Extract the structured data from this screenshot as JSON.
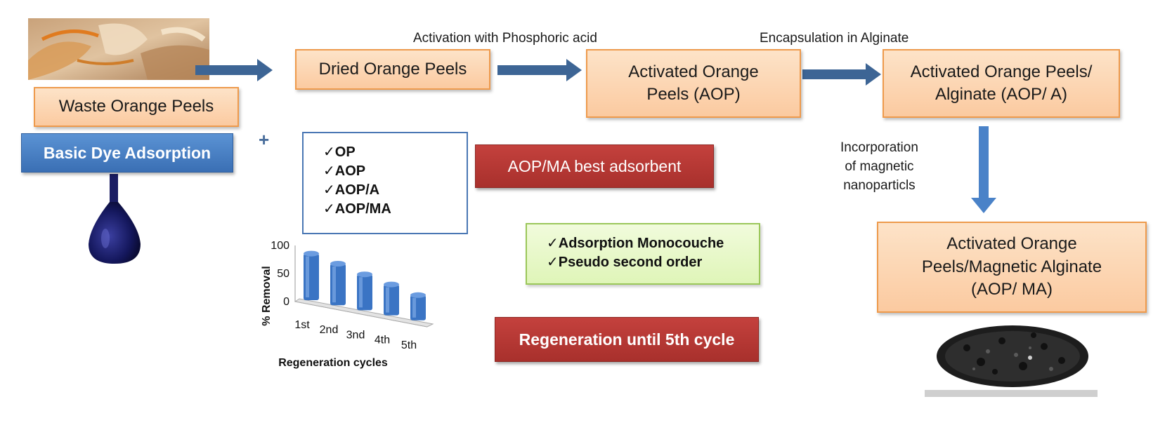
{
  "captions": {
    "activation": "Activation with Phosphoric acid",
    "encapsulation": "Encapsulation in Alginate",
    "incorporation": [
      "Incorporation",
      "of magnetic",
      "nanoparticls"
    ]
  },
  "boxes": {
    "waste": "Waste Orange Peels",
    "dried": "Dried Orange Peels",
    "aop": [
      "Activated Orange",
      "Peels (AOP)"
    ],
    "aop_a": [
      "Activated Orange Peels/",
      "Alginate (AOP/ A)"
    ],
    "aop_ma": [
      "Activated Orange",
      "Peels/Magnetic Alginate",
      "(AOP/ MA)"
    ],
    "basic_dye": "Basic Dye Adsorption",
    "best": "AOP/MA best adsorbent",
    "regeneration": "Regeneration until 5th cycle"
  },
  "adsorbents": [
    "✓OP",
    "✓AOP",
    "✓AOP/A",
    "✓AOP/MA"
  ],
  "models": [
    "✓Adsorption Monocouche",
    "✓Pseudo second order"
  ],
  "plus": "+",
  "colors": {
    "orange_border": "#ee9a4c",
    "arrow": "#3d6595",
    "red": "#b5322e",
    "blue": "#4a82c8",
    "green_border": "#9bc75a"
  },
  "chart_data": {
    "type": "bar",
    "categories": [
      "1st",
      "2nd",
      "3nd",
      "4th",
      "5th"
    ],
    "values": [
      83,
      74,
      64,
      55,
      45
    ],
    "xlabel": "Regeneration cycles",
    "ylabel": "% Removal",
    "yticks": [
      "100",
      "50",
      "0"
    ],
    "ylim": [
      0,
      100
    ],
    "grid": false,
    "bar_color": "#3a74c4"
  }
}
